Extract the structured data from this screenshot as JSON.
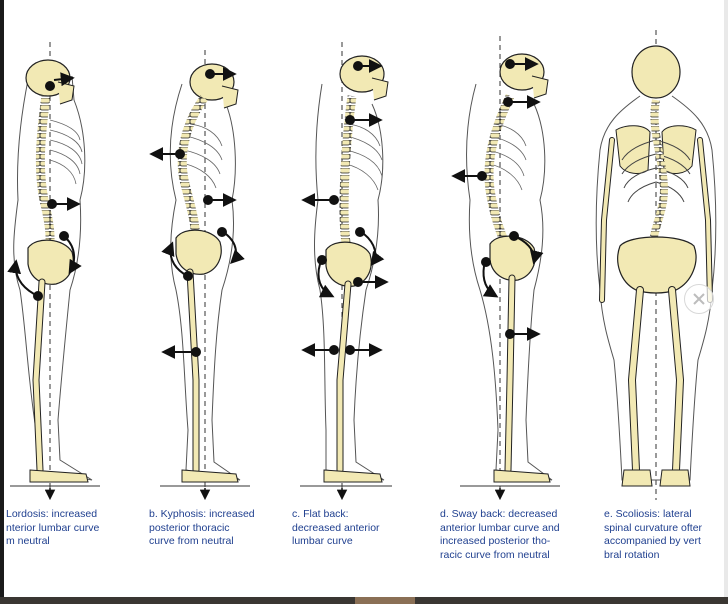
{
  "colors": {
    "bone": "#f2e9b4",
    "outline": "#222222",
    "caption": "#1f3f8f",
    "arrow": "#111111"
  },
  "panels": [
    {
      "id": "lordosis",
      "caption": "Lordosis: increased\nnterior lumbar curve\nm neutral"
    },
    {
      "id": "kyphosis",
      "caption": "b. Kyphosis: increased\nposterior thoracic\ncurve from neutral"
    },
    {
      "id": "flat-back",
      "caption": "c. Flat back:\ndecreased anterior\nlumbar curve"
    },
    {
      "id": "sway-back",
      "caption": "d. Sway back: decreased\nanterior lumbar curve and\nincreased posterior tho-\nracic curve from neutral"
    },
    {
      "id": "scoliosis",
      "caption": "e. Scoliosis: lateral\nspinal curvature ofter\naccompanied by vert\nbral rotation"
    }
  ],
  "icons": {
    "close": "close-icon"
  }
}
